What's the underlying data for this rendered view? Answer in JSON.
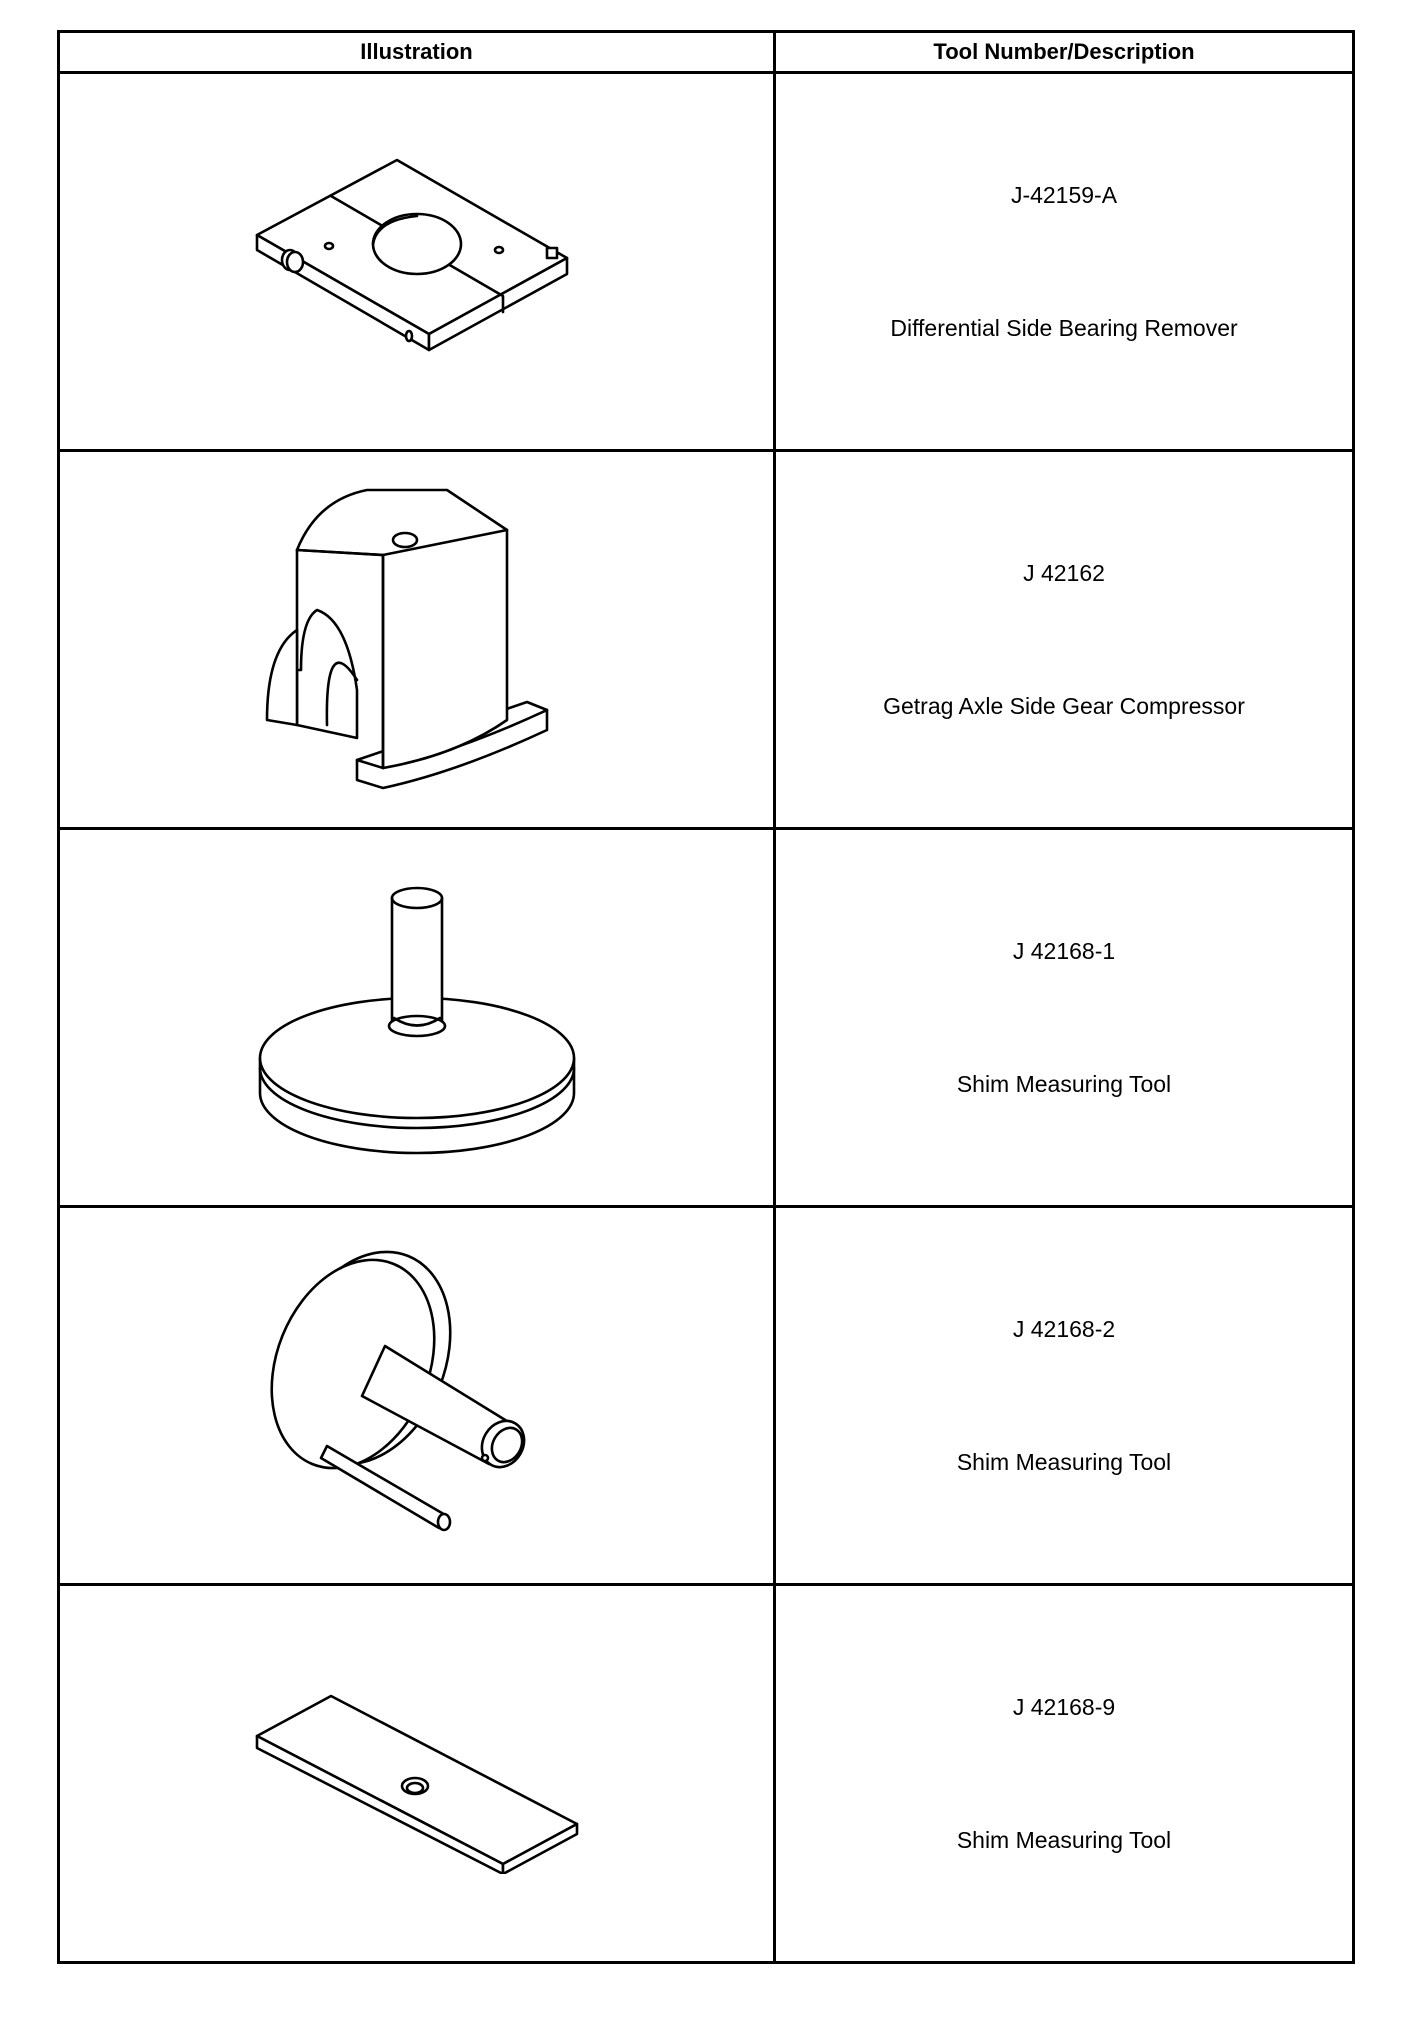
{
  "table": {
    "headers": {
      "illustration": "Illustration",
      "tool_description": "Tool Number/Description"
    },
    "rows": [
      {
        "tool_number": "J-42159-A",
        "description": "Differential Side Bearing Remover"
      },
      {
        "tool_number": "J 42162",
        "description": "Getrag Axle Side Gear Compressor"
      },
      {
        "tool_number": "J 42168-1",
        "description": "Shim Measuring Tool"
      },
      {
        "tool_number": "J 42168-2",
        "description": "Shim Measuring Tool"
      },
      {
        "tool_number": "J 42168-9",
        "description": "Shim Measuring Tool"
      }
    ]
  }
}
